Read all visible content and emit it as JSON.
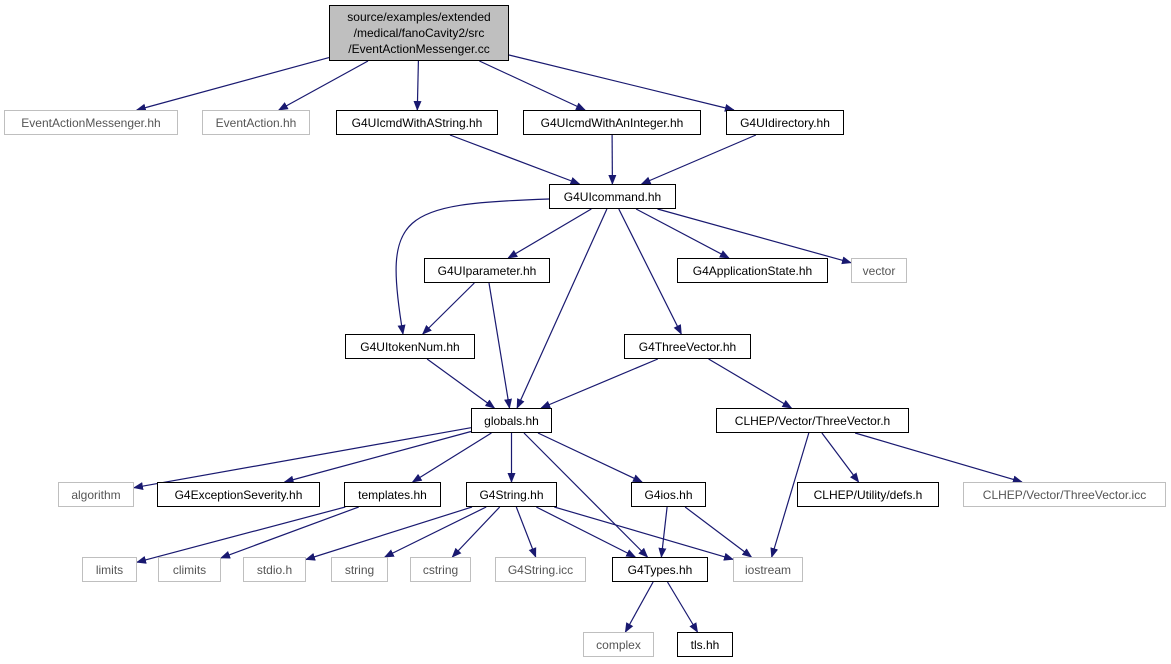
{
  "colors": {
    "edge": "#191970",
    "root_fill": "#bfbfbf",
    "node_border": "#000000",
    "external_border": "#bfbfbf"
  },
  "root": {
    "id": "root",
    "lines": [
      "source/examples/extended",
      "/medical/fanoCavity2/src",
      "/EventActionMessenger.cc"
    ]
  },
  "nodes": [
    {
      "id": "eam_hh",
      "label": "EventActionMessenger.hh",
      "linked": false
    },
    {
      "id": "ea_hh",
      "label": "EventAction.hh",
      "linked": false
    },
    {
      "id": "cmdstr",
      "label": "G4UIcmdWithAString.hh",
      "linked": true
    },
    {
      "id": "cmdint",
      "label": "G4UIcmdWithAnInteger.hh",
      "linked": true
    },
    {
      "id": "uidir",
      "label": "G4UIdirectory.hh",
      "linked": true
    },
    {
      "id": "uicmd",
      "label": "G4UIcommand.hh",
      "linked": true
    },
    {
      "id": "uipar",
      "label": "G4UIparameter.hh",
      "linked": true
    },
    {
      "id": "appstate",
      "label": "G4ApplicationState.hh",
      "linked": true
    },
    {
      "id": "vector",
      "label": "vector",
      "linked": false
    },
    {
      "id": "tokennum",
      "label": "G4UItokenNum.hh",
      "linked": true
    },
    {
      "id": "threevec",
      "label": "G4ThreeVector.hh",
      "linked": true
    },
    {
      "id": "globals",
      "label": "globals.hh",
      "linked": true
    },
    {
      "id": "clhep_tv",
      "label": "CLHEP/Vector/ThreeVector.h",
      "linked": true
    },
    {
      "id": "algorithm",
      "label": "algorithm",
      "linked": false
    },
    {
      "id": "excsev",
      "label": "G4ExceptionSeverity.hh",
      "linked": true
    },
    {
      "id": "templates",
      "label": "templates.hh",
      "linked": true
    },
    {
      "id": "g4string",
      "label": "G4String.hh",
      "linked": true
    },
    {
      "id": "g4ios",
      "label": "G4ios.hh",
      "linked": true
    },
    {
      "id": "clhep_defs",
      "label": "CLHEP/Utility/defs.h",
      "linked": true
    },
    {
      "id": "clhep_icc",
      "label": "CLHEP/Vector/ThreeVector.icc",
      "linked": false
    },
    {
      "id": "limits",
      "label": "limits",
      "linked": false
    },
    {
      "id": "climits",
      "label": "climits",
      "linked": false
    },
    {
      "id": "stdio",
      "label": "stdio.h",
      "linked": false
    },
    {
      "id": "string",
      "label": "string",
      "linked": false
    },
    {
      "id": "cstring",
      "label": "cstring",
      "linked": false
    },
    {
      "id": "g4string_icc",
      "label": "G4String.icc",
      "linked": false
    },
    {
      "id": "g4types",
      "label": "G4Types.hh",
      "linked": true
    },
    {
      "id": "iostream",
      "label": "iostream",
      "linked": false
    },
    {
      "id": "complex",
      "label": "complex",
      "linked": false
    },
    {
      "id": "tls",
      "label": "tls.hh",
      "linked": true
    }
  ],
  "edges": [
    [
      "root",
      "eam_hh"
    ],
    [
      "root",
      "ea_hh"
    ],
    [
      "root",
      "cmdstr"
    ],
    [
      "root",
      "cmdint"
    ],
    [
      "root",
      "uidir"
    ],
    [
      "cmdstr",
      "uicmd"
    ],
    [
      "cmdint",
      "uicmd"
    ],
    [
      "uidir",
      "uicmd"
    ],
    [
      "uicmd",
      "uipar"
    ],
    [
      "uicmd",
      "appstate"
    ],
    [
      "uicmd",
      "vector"
    ],
    [
      "uicmd",
      "tokennum"
    ],
    [
      "uicmd",
      "threevec"
    ],
    [
      "uicmd",
      "globals"
    ],
    [
      "uipar",
      "tokennum"
    ],
    [
      "uipar",
      "globals"
    ],
    [
      "tokennum",
      "globals"
    ],
    [
      "threevec",
      "globals"
    ],
    [
      "threevec",
      "clhep_tv"
    ],
    [
      "globals",
      "algorithm"
    ],
    [
      "globals",
      "excsev"
    ],
    [
      "globals",
      "templates"
    ],
    [
      "globals",
      "g4string"
    ],
    [
      "globals",
      "g4ios"
    ],
    [
      "globals",
      "g4types"
    ],
    [
      "clhep_tv",
      "clhep_defs"
    ],
    [
      "clhep_tv",
      "clhep_icc"
    ],
    [
      "clhep_tv",
      "iostream"
    ],
    [
      "templates",
      "limits"
    ],
    [
      "templates",
      "climits"
    ],
    [
      "g4string",
      "stdio"
    ],
    [
      "g4string",
      "string"
    ],
    [
      "g4string",
      "cstring"
    ],
    [
      "g4string",
      "g4string_icc"
    ],
    [
      "g4string",
      "g4types"
    ],
    [
      "g4string",
      "iostream"
    ],
    [
      "g4ios",
      "g4types"
    ],
    [
      "g4ios",
      "iostream"
    ],
    [
      "g4types",
      "complex"
    ],
    [
      "g4types",
      "tls"
    ]
  ]
}
